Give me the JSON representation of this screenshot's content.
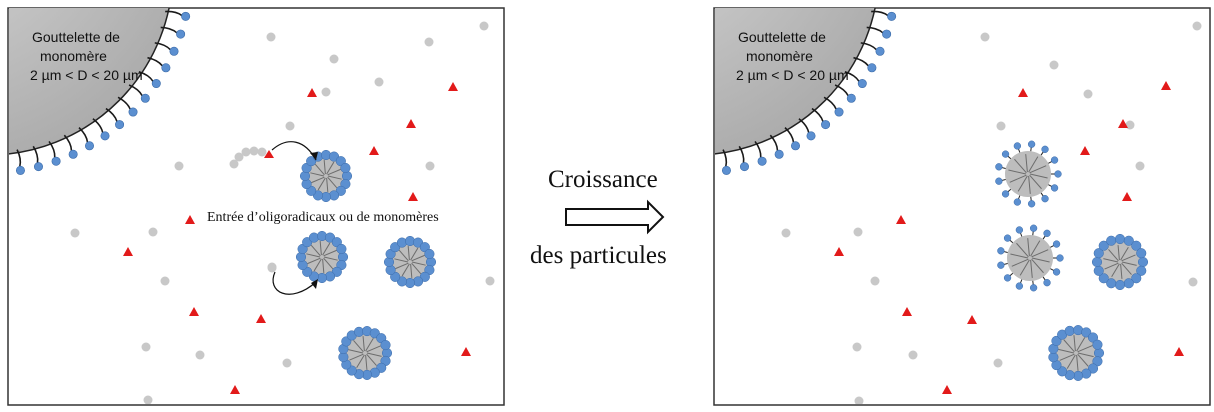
{
  "left_panel": {
    "droplet_label": {
      "line1": "Gouttelette de",
      "line2": "monomère",
      "line3": "2 µm < D < 20 µm"
    },
    "entry_label": "Entrée d’oligoradicaux ou de monomères"
  },
  "center": {
    "title": "Croissance",
    "subtitle": "des particules",
    "arrow_icon": "hollow-right-arrow-icon"
  },
  "right_panel": {
    "droplet_label": {
      "line1": "Gouttelette de",
      "line2": "monomère",
      "line3": "2 µm < D < 20 µm"
    }
  },
  "colors": {
    "droplet_fill": "#b9b9b9",
    "surfactant_head": "#5b8fd0",
    "surfactant_tail": "#1a1a1a",
    "monomer": "#c8c8c8",
    "radical": "#e21a1a",
    "particle_core": "#bdbdbd"
  }
}
